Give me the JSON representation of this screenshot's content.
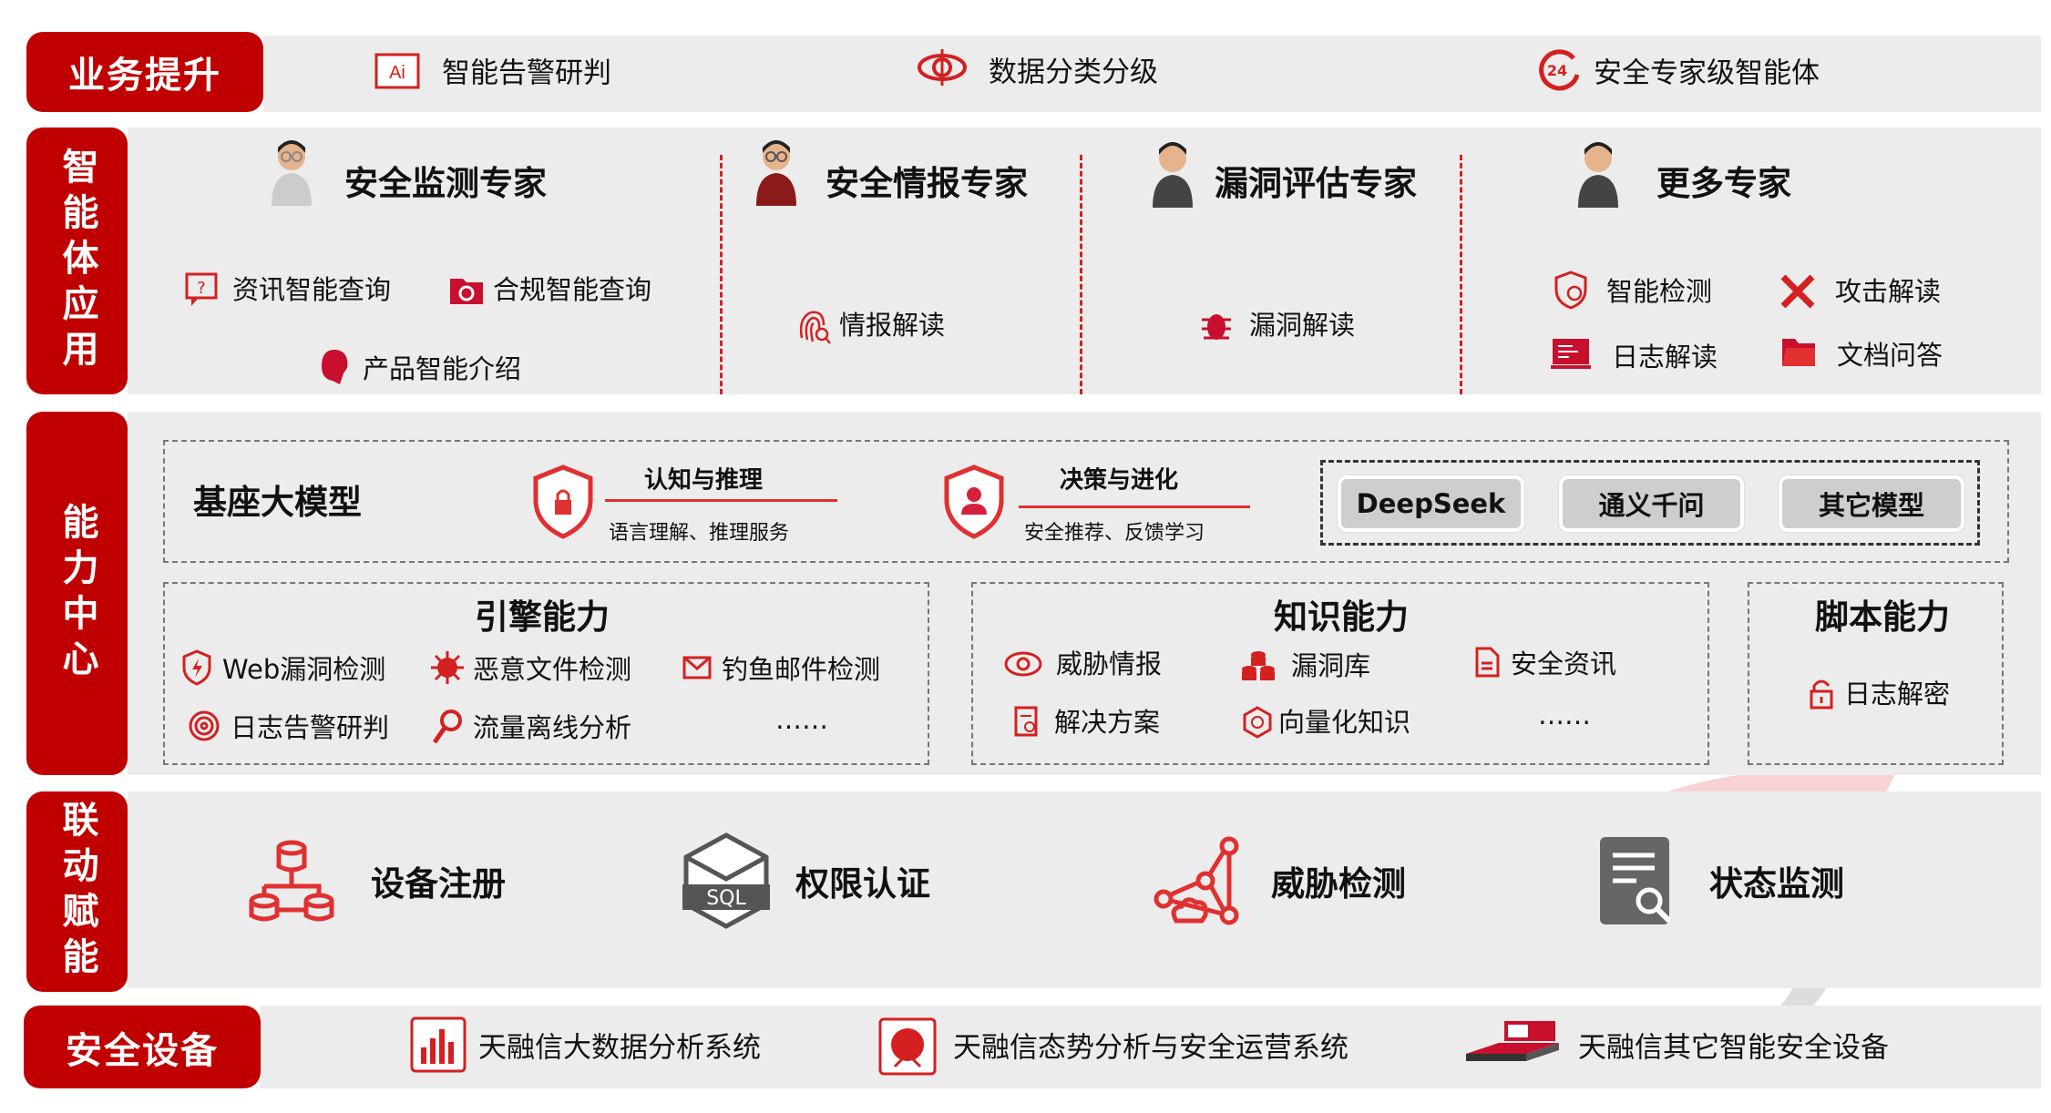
{
  "rows": {
    "business": {
      "label": "业务提升",
      "items": [
        {
          "icon": "ai-icon",
          "label": "智能告警研判"
        },
        {
          "icon": "radar-eye-icon",
          "label": "数据分类分级"
        },
        {
          "icon": "24h-icon",
          "label": "安全专家级智能体"
        }
      ]
    },
    "agents": {
      "label": "智能体应用",
      "experts": [
        {
          "title": "安全监测专家",
          "items": [
            "资讯智能查询",
            "合规智能查询",
            "产品智能介绍"
          ]
        },
        {
          "title": "安全情报专家",
          "items": [
            "情报解读"
          ]
        },
        {
          "title": "漏洞评估专家",
          "items": [
            "漏洞解读"
          ]
        },
        {
          "title": "更多专家",
          "items": [
            "智能检测",
            "攻击解读",
            "日志解读",
            "文档问答"
          ]
        }
      ]
    },
    "capability": {
      "label": "能力中心",
      "base": {
        "title": "基座大模型",
        "pillars": [
          {
            "title": "认知与推理",
            "sub": "语言理解、推理服务"
          },
          {
            "title": "决策与进化",
            "sub": "安全推荐、反馈学习"
          }
        ],
        "models": [
          "DeepSeek",
          "通义千问",
          "其它模型"
        ]
      },
      "engine": {
        "title": "引擎能力",
        "items": [
          "Web漏洞检测",
          "恶意文件检测",
          "钓鱼邮件检测",
          "日志告警研判",
          "流量离线分析"
        ],
        "more": "……"
      },
      "knowledge": {
        "title": "知识能力",
        "items": [
          "威胁情报",
          "漏洞库",
          "安全资讯",
          "解决方案",
          "向量化知识"
        ],
        "more": "……"
      },
      "script": {
        "title": "脚本能力",
        "items": [
          "日志解密"
        ]
      }
    },
    "linkage": {
      "label": "联动赋能",
      "items": [
        "设备注册",
        "权限认证",
        "威胁检测",
        "状态监测"
      ],
      "sql_icon_text": "SQL"
    },
    "devices": {
      "label": "安全设备",
      "items": [
        "天融信大数据分析系统",
        "天融信态势分析与安全运营系统",
        "天融信其它智能安全设备"
      ]
    }
  },
  "colors": {
    "accent": "#c00000",
    "band": "#ececec"
  }
}
